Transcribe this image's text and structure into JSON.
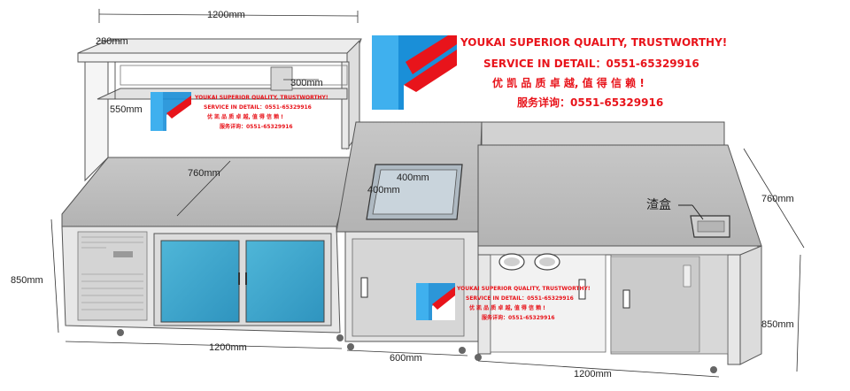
{
  "watermark": {
    "line1": "YOUKAI SUPERIOR QUALITY, TRUSTWORTHY!",
    "line2": "SERVICE IN DETAIL：0551-65329916",
    "line3": "优 凯 品 质 卓 越, 值 得 信 赖 !",
    "line4": "服务详询：0551-65329916",
    "colors": {
      "red": "#e8141b",
      "blue": "#1a8fd8"
    }
  },
  "dimensions": {
    "top_width": "1200mm",
    "shelf_depth": "280mm",
    "shelf_height": "550mm",
    "shelf_inner": "300mm",
    "counter_depth": "760mm",
    "sink_w": "400mm",
    "sink_d": "400mm",
    "left_height": "850mm",
    "left_width": "1200mm",
    "mid_width": "600mm",
    "right_width": "1200mm",
    "right_depth": "760mm",
    "right_height": "850mm"
  },
  "callouts": {
    "waste_box": "渣盒"
  }
}
